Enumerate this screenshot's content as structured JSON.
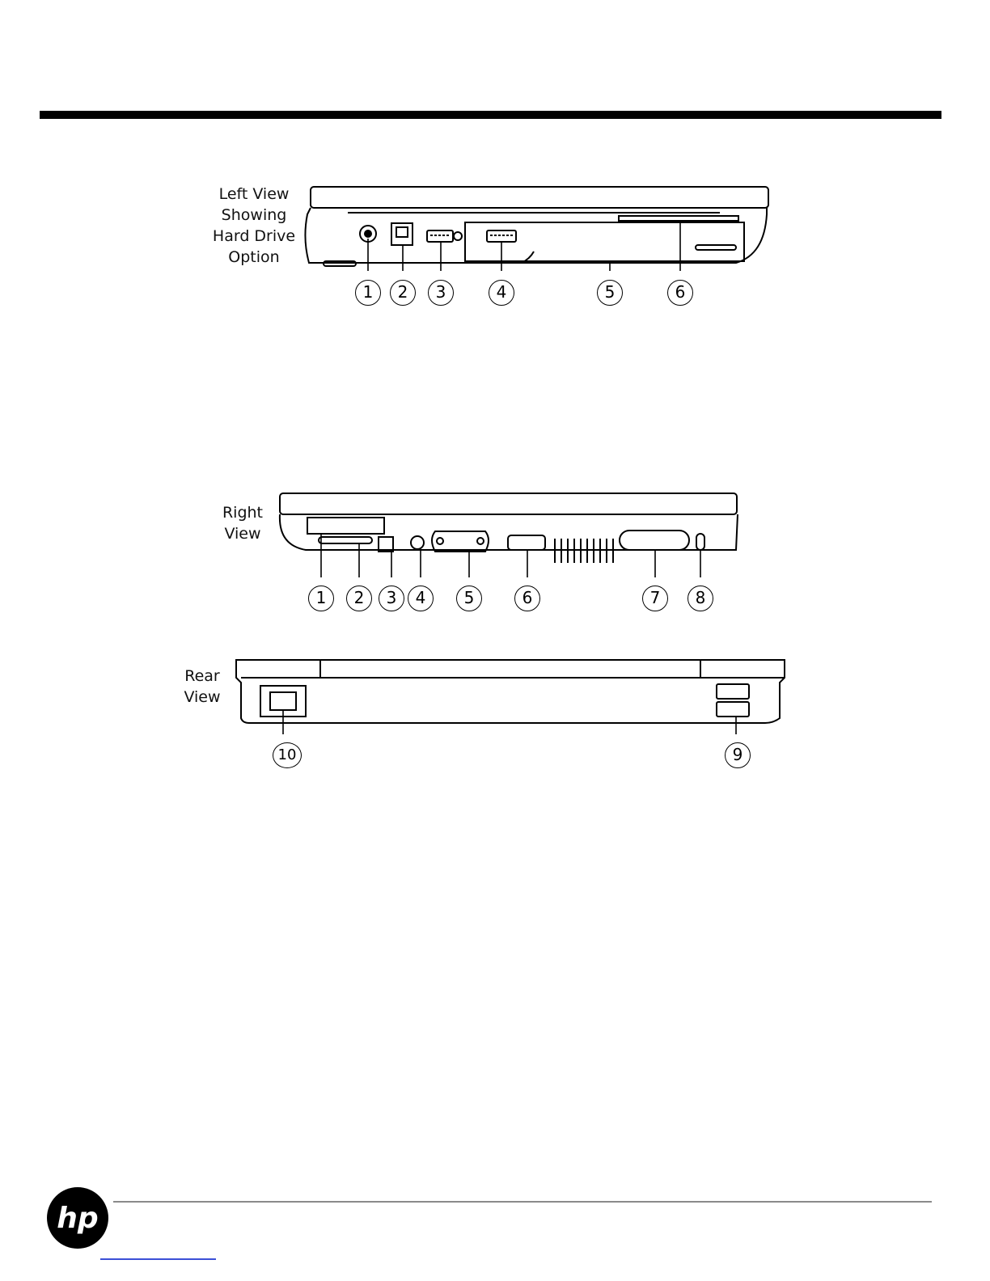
{
  "document": {
    "figures": {
      "left_view": {
        "label_lines": [
          "Left View",
          "Showing",
          "Hard Drive",
          "Option"
        ],
        "callouts": [
          "1",
          "2",
          "3",
          "4",
          "5",
          "6"
        ]
      },
      "right_view": {
        "label_lines": [
          "Right",
          "View"
        ],
        "callouts": [
          "1",
          "2",
          "3",
          "4",
          "5",
          "6",
          "7",
          "8"
        ]
      },
      "rear_view": {
        "label_lines": [
          "Rear",
          "View"
        ],
        "callouts": [
          "10",
          "9"
        ]
      }
    },
    "footer": {
      "logo_text": "hp",
      "link_text": ""
    },
    "colors": {
      "rule": "#000000",
      "footer_rule": "#8a8a8a",
      "footer_link": "#3b4fd6",
      "logo": "#000000"
    }
  }
}
